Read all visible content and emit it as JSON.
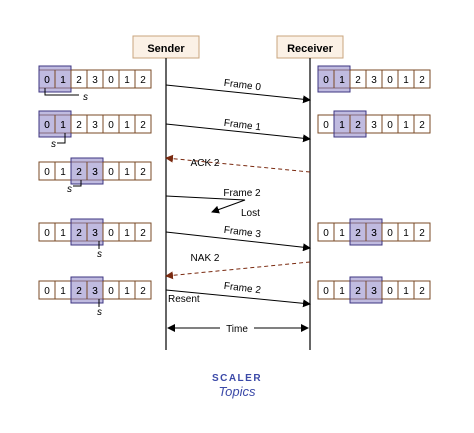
{
  "diagram": {
    "sender_label": "Sender",
    "receiver_label": "Receiver",
    "window_cells": [
      "0",
      "1",
      "2",
      "3",
      "0",
      "1",
      "2"
    ],
    "messages": [
      {
        "label": "Frame 0",
        "direction": "right",
        "style": "solid",
        "lost": false
      },
      {
        "label": "Frame 1",
        "direction": "right",
        "style": "solid",
        "lost": false
      },
      {
        "label": "ACK 2",
        "direction": "left",
        "style": "dashed",
        "lost": false
      },
      {
        "label": "Frame 2",
        "direction": "right",
        "style": "solid",
        "lost": true,
        "lost_label": "Lost"
      },
      {
        "label": "Frame 3",
        "direction": "right",
        "style": "solid",
        "lost": false
      },
      {
        "label": "NAK 2",
        "direction": "left",
        "style": "dashed",
        "lost": false
      },
      {
        "label": "Frame 2",
        "direction": "right",
        "style": "solid",
        "lost": false
      }
    ],
    "resent_label": "Resent",
    "time_label": "Time",
    "sender_rows": [
      {
        "window_start": 0,
        "marker": "s",
        "marker_cell": 0
      },
      {
        "window_start": 0,
        "marker": "s",
        "marker_cell": 1
      },
      {
        "window_start": 2,
        "marker": "s",
        "marker_cell": 2
      },
      {
        "window_start": 2,
        "marker": "s",
        "marker_cell": 3
      },
      {
        "window_start": 2,
        "marker": "s",
        "marker_cell": 3
      }
    ],
    "receiver_rows": [
      {
        "window_start": 0
      },
      {
        "window_start": 1
      },
      {
        "window_start": 2
      },
      {
        "window_start": 2
      },
      {
        "window_start": 2
      }
    ]
  },
  "logo": {
    "line1": "SCALER",
    "line2": "Topics"
  },
  "colors": {
    "window_fill": "#8c83c7",
    "window_stroke": "#3d3480",
    "cell_border": "#7a4a24",
    "header_fill": "#fbf1e6",
    "header_stroke": "#c9a57d",
    "line": "#000000",
    "nak_ack": "#7a2a10",
    "logo_blue": "#3c4aa8"
  }
}
